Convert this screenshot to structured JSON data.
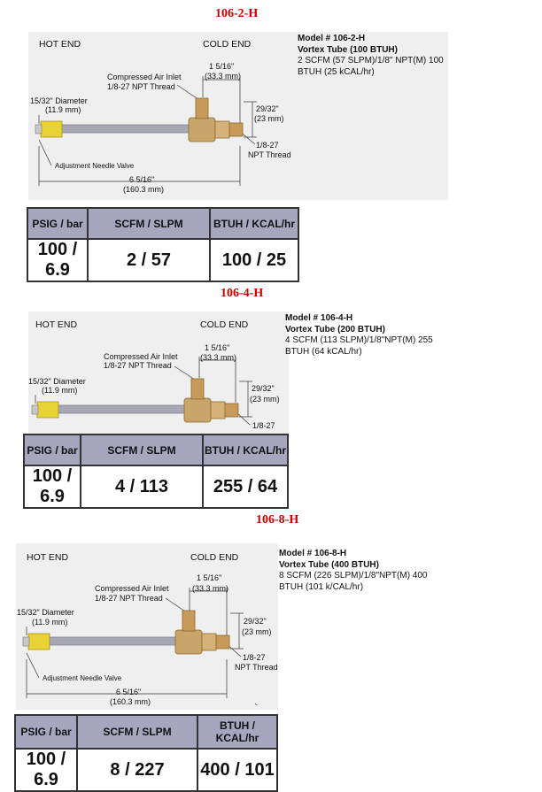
{
  "sections": [
    {
      "title": "106-2-H",
      "hot_end": "HOT END",
      "cold_end": "COLD END",
      "model_line": "Model # 106-2-H",
      "model_name": "Vortex Tube (100 BTUH)",
      "model_desc": "2 SCFM (57 SLPM)/1/8\" NPT(M) 100 BTUH (25 kCAL/hr)",
      "inlet_label": "Compressed Air Inlet",
      "inlet_thread": "1/8-27 NPT Thread",
      "top_dim": "1 5/16\"",
      "top_dim_mm": "(33.3 mm)",
      "diam_label": "15/32\" Diameter",
      "diam_mm": "(11.9 mm)",
      "side_dim": "29/32\"",
      "side_dim_mm": "(23 mm)",
      "thread_label": "1/8-27",
      "thread_label2": "NPT Thread",
      "needle_label": "Adjustment Needle Valve",
      "length_label": "6 5/16\"",
      "length_mm": "(160.3 mm)",
      "headers": [
        "PSIG / bar",
        "SCFM / SLPM",
        "BTUH / KCAL/hr"
      ],
      "values": [
        "100 / 6.9",
        "2  /  57",
        "100  /  25"
      ]
    },
    {
      "title": "106-4-H",
      "hot_end": "HOT END",
      "cold_end": "COLD END",
      "model_line": "Model # 106-4-H",
      "model_name": "Vortex Tube (200 BTUH)",
      "model_desc": "4 SCFM (113 SLPM)/1/8\"NPT(M) 255 BTUH (64 kCAL/hr)",
      "inlet_label": "Compressed Air Inlet",
      "inlet_thread": "1/8-27 NPT Thread",
      "top_dim": "1 5/16\"",
      "top_dim_mm": "(33.3 mm)",
      "diam_label": "15/32\" Diameter",
      "diam_mm": "(11.9 mm)",
      "side_dim": "29/32\"",
      "side_dim_mm": "(23 mm)",
      "thread_label": "1/8-27",
      "thread_label2": "",
      "needle_label": "",
      "length_label": "",
      "length_mm": "",
      "headers": [
        "PSIG / bar",
        "SCFM / SLPM",
        "BTUH / KCAL/hr"
      ],
      "values": [
        "100 / 6.9",
        "4  /  113",
        "255  /  64"
      ]
    },
    {
      "title": "106-8-H",
      "hot_end": "HOT END",
      "cold_end": "COLD END",
      "model_line": "Model # 106-8-H",
      "model_name": "Vortex Tube (400 BTUH)",
      "model_desc": "8 SCFM (226 SLPM)/1/8\"NPT(M) 400 BTUH (101 k/CAL/hr)",
      "inlet_label": "Compressed Air Inlet",
      "inlet_thread": "1/8-27 NPT Thread",
      "top_dim": "1 5/16\"",
      "top_dim_mm": "(33.3 mm)",
      "diam_label": "15/32\" Diameter",
      "diam_mm": "(11.9 mm)",
      "side_dim": "29/32\"",
      "side_dim_mm": "(23 mm)",
      "thread_label": "1/8-27",
      "thread_label2": "NPT Thread",
      "needle_label": "Adjustment Needle Valve",
      "length_label": "6 5/16\"",
      "length_mm": "(160.3 mm)",
      "headers": [
        "PSIG / bar",
        "SCFM / SLPM",
        "BTUH / KCAL/hr"
      ],
      "values": [
        "100 / 6.9",
        "8  /  227",
        "400  /  101"
      ]
    }
  ]
}
